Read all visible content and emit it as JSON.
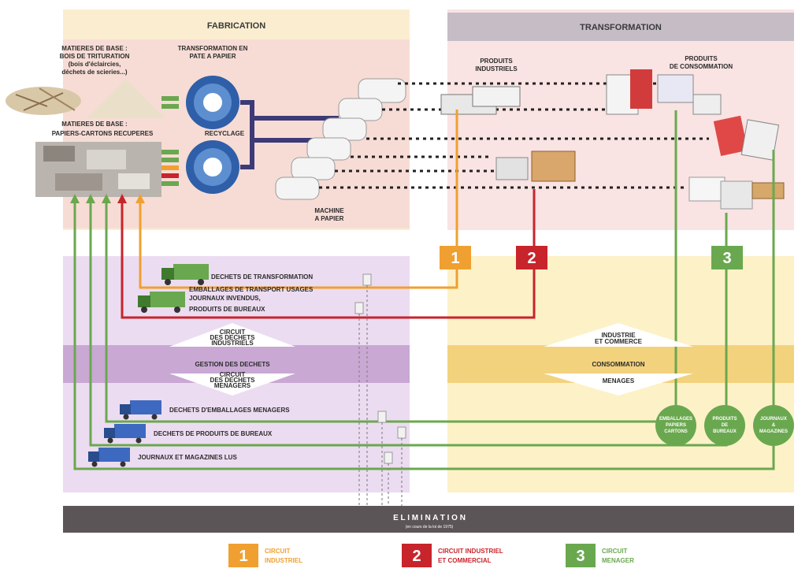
{
  "headers": {
    "fabrication": "FABRICATION",
    "transformation": "TRANSFORMATION"
  },
  "labels": {
    "raw_wood_1": "MATIERES DE BASE :",
    "raw_wood_2": "BOIS DE TRITURATION",
    "raw_wood_3": "(bois d'éclaircies,",
    "raw_wood_4": "déchets de scieries...)",
    "pulp_1": "TRANSFORMATION EN",
    "pulp_2": "PATE A PAPIER",
    "raw_paper_1": "MATIERES DE BASE :",
    "raw_paper_2": "PAPIERS-CARTONS RECUPERES",
    "recyclage": "RECYCLAGE",
    "machine_1": "MACHINE",
    "machine_2": "A PAPIER",
    "industrial_1": "PRODUITS",
    "industrial_2": "INDUSTRIELS",
    "consumer_1": "PRODUITS",
    "consumer_2": "DE CONSOMMATION",
    "waste_transfo": "DECHETS DE TRANSFORMATION",
    "transport_pack": "EMBALLAGES DE TRANSPORT USAGES",
    "unsold_papers": "JOURNAUX INVENDUS,",
    "office_products": "PRODUITS DE BUREAUX",
    "circuit_ind_1": "CIRCUIT",
    "circuit_ind_2": "DES DECHETS",
    "circuit_ind_3": "INDUSTRIELS",
    "waste_mgmt": "GESTION DES DECHETS",
    "circuit_hh_1": "CIRCUIT",
    "circuit_hh_2": "DES DECHETS",
    "circuit_hh_3": "MENAGERS",
    "industry_commerce_1": "INDUSTRIE",
    "industry_commerce_2": "ET COMMERCE",
    "consumption": "CONSOMMATION",
    "households": "MENAGES",
    "hh_packaging": "DECHETS D'EMBALLAGES MENAGERS",
    "office_waste": "DECHETS DE PRODUITS DE BUREAUX",
    "magazines": "JOURNAUX ET MAGAZINES LUS",
    "circle_1_a": "EMBALLAGES",
    "circle_1_b": "PAPIERS",
    "circle_1_c": "CARTONS",
    "circle_2_a": "PRODUITS",
    "circle_2_b": "DE",
    "circle_2_c": "BUREAUX",
    "circle_3_a": "JOURNAUX",
    "circle_3_b": "&",
    "circle_3_c": "MAGAZINES",
    "elimination": "E L I M I N A T I O N",
    "elimination_sub": "(en cours de la loi de 1975)"
  },
  "badges": {
    "one": "1",
    "two": "2",
    "three": "3"
  },
  "legend": [
    {
      "num": "1",
      "line1": "CIRCUIT",
      "line2": "INDUSTRIEL",
      "color": "#f0a030"
    },
    {
      "num": "2",
      "line1": "CIRCUIT INDUSTRIEL",
      "line2": "ET COMMERCIAL",
      "color": "#c8242c"
    },
    {
      "num": "3",
      "line1": "CIRCUIT",
      "line2": "MENAGER",
      "color": "#6aa84f"
    }
  ],
  "colors": {
    "fabrication_bg": "#fbeed0",
    "transformation_bg": "#f5d6d6",
    "waste_bg": "#e9d6ef",
    "consumption_bg": "#fdeec0",
    "band_purple": "#c9a8d4",
    "band_yellow": "#f3d27e",
    "orange": "#f0a030",
    "red": "#c8242c",
    "green": "#6aa84f",
    "navy": "#3d3a78",
    "elimination": "#5b5557"
  }
}
